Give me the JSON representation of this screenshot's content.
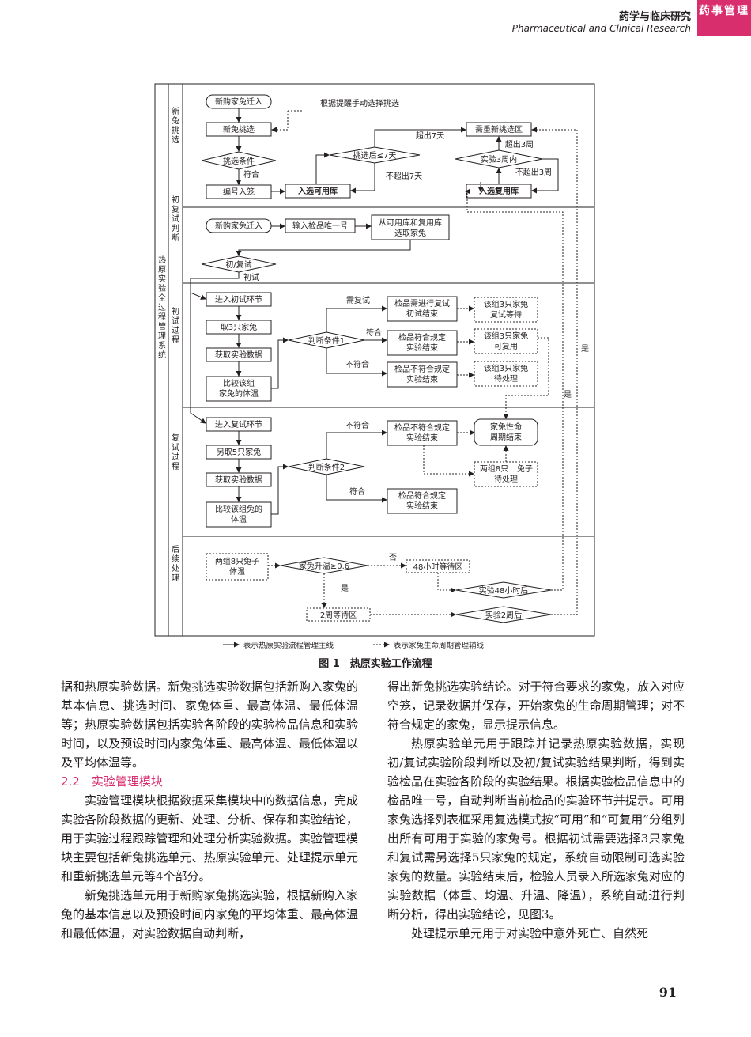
{
  "header": {
    "journal_cn": "药学与临床研究",
    "journal_en": "Pharmaceutical and Clinical Research",
    "badge": "药事管理"
  },
  "figure": {
    "caption": "图 1　热原实验工作流程",
    "system_label": "热原实验全过程管理系统",
    "phase_labels": [
      "新兔挑选",
      "初复试判断",
      "初试过程",
      "复试过程",
      "后续处理"
    ],
    "nodes": {
      "n1": "新购家兔迁入",
      "n2": "根据提醒手动选择挑选",
      "n3": "新兔挑选",
      "n4": "需重新挑选区",
      "n5": "超出7天",
      "n6": "超出3周",
      "n7": "挑选后≤7天",
      "n8": "实验3周内",
      "n9": "挑选条件",
      "n10": "符合",
      "n11": "不超出7天",
      "n12": "不超出3周",
      "n13": "编号入笼",
      "n14": "入选可用库",
      "n15": "入选复用库",
      "n16": "新购家兔迁入",
      "n17": "输入检品唯一号",
      "n18": "从可用库和复用库",
      "n19": "选取家兔",
      "n20": "初/复试",
      "n21": "初试",
      "n22": "进入初试环节",
      "n23": "需复试",
      "n24": "检品需进行复试",
      "n25": "初试结束",
      "n26": "该组3只家兔",
      "n27": "复试等待",
      "n28": "取3只家兔",
      "n29": "判断条件1",
      "n30": "符合",
      "n31": "检品符合规定",
      "n32": "实验结束",
      "n33": "该组3只家兔",
      "n34": "可复用",
      "n35": "是",
      "n36": "获取实验数据",
      "n37": "不符合",
      "n38": "检品不符合规定",
      "n39": "实验结束",
      "n40": "该组3只家兔",
      "n41": "待处理",
      "n42": "比较该组",
      "n43": "家兔的体温",
      "n44": "是",
      "n45": "进入复试环节",
      "n46": "不符合",
      "n47": "检品不符合规定",
      "n48": "实验结束",
      "n49": "家兔性命",
      "n50": "周期结束",
      "n51": "另取5只家兔",
      "n52": "判断条件2",
      "n53": "两组8只",
      "n54": "兔子",
      "n55": "待处理",
      "n56": "获取实验数据",
      "n57": "符合",
      "n58": "检品符合规定",
      "n59": "实验结束",
      "n60": "比较该组兔的",
      "n61": "体温",
      "n62": "两组8只兔子",
      "n63": "体温",
      "n64": "否",
      "n65": "家兔升温≥0.6",
      "n66": "48小时等待区",
      "n67": "是",
      "n68": "实验48小时后",
      "n69": "2周等待区",
      "n70": "实验2周后"
    },
    "legend_main": "表示热原实验流程管理主线",
    "legend_aux": "表示家兔生命周期管理辅线"
  },
  "body": {
    "left": [
      "据和热原实验数据。新兔挑选实验数据包括新购入家兔的基本信息、挑选时间、家兔体重、最高体温、最低体温等；热原实验数据包括实验各阶段的实验检品信息和实验时间，以及预设时间内家兔体重、最高体温、最低体温以及平均体温等。",
      "2.2　实验管理模块",
      "实验管理模块根据数据采集模块中的数据信息，完成实验各阶段数据的更新、处理、分析、保存和实验结论，用于实验过程跟踪管理和处理分析实验数据。实验管理模块主要包括新兔挑选单元、热原实验单元、处理提示单元和重新挑选单元等4个部分。",
      "新兔挑选单元用于新购家兔挑选实验，根据新购入家兔的基本信息以及预设时间内家兔的平均体重、最高体温和最低体温，对实验数据自动判断，"
    ],
    "right": [
      "得出新兔挑选实验结论。对于符合要求的家兔，放入对应空笼，记录数据并保存，开始家兔的生命周期管理；对不符合规定的家兔，显示提示信息。",
      "热原实验单元用于跟踪并记录热原实验数据，实现初/复试实验阶段判断以及初/复试实验结果判断，得到实验检品在实验各阶段的实验结果。根据实验检品信息中的检品唯一号，自动判断当前检品的实验环节并提示。可用家兔选择列表框采用复选模式按“可用”和“可复用”分组列出所有可用于实验的家兔号。根据初试需要选择3只家兔和复试需另选择5只家兔的规定，系统自动限制可选实验家兔的数量。实验结束后，检验人员录入所选家兔对应的实验数据（体重、均温、升温、降温），系统自动进行判断分析，得出实验结论，见图3。",
      "处理提示单元用于对实验中意外死亡、自然死"
    ]
  },
  "page_number": "91"
}
